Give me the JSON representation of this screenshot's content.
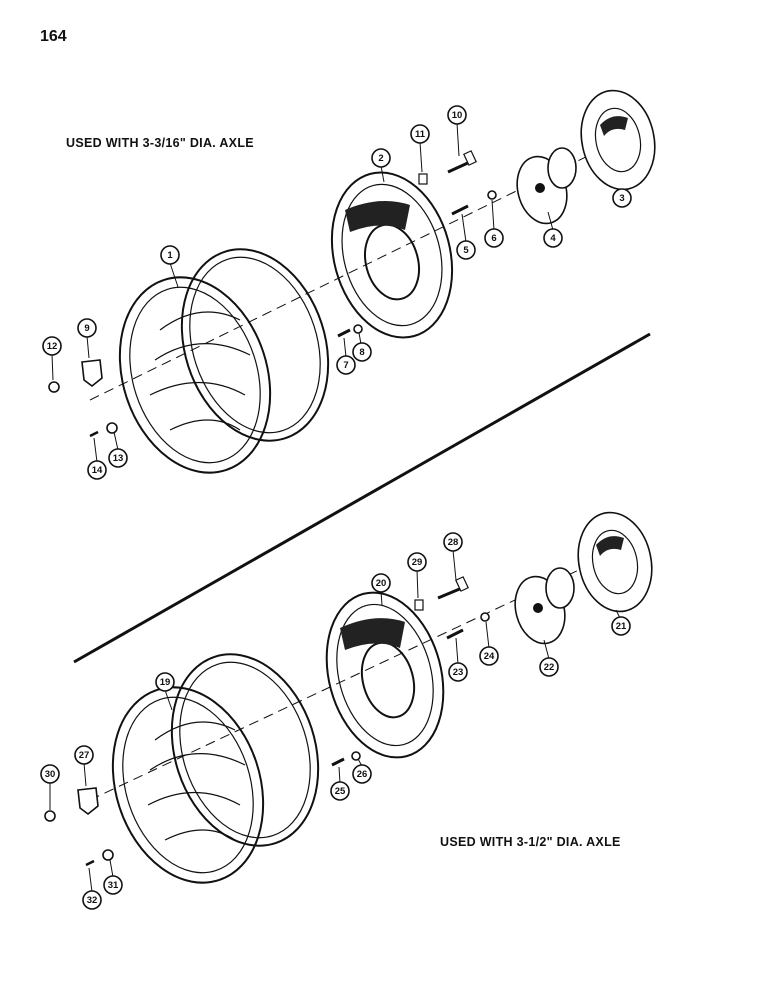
{
  "page_number": "164",
  "captions": {
    "top": "USED WITH 3-3/16\" DIA. AXLE",
    "bottom": "USED WITH 3-1/2\" DIA. AXLE"
  },
  "colors": {
    "ink": "#111111",
    "paper": "#ffffff"
  },
  "callouts": [
    {
      "id": "1",
      "label": "1"
    },
    {
      "id": "2",
      "label": "2"
    },
    {
      "id": "3",
      "label": "3"
    },
    {
      "id": "4",
      "label": "4"
    },
    {
      "id": "5",
      "label": "5"
    },
    {
      "id": "6",
      "label": "6"
    },
    {
      "id": "7",
      "label": "7"
    },
    {
      "id": "8",
      "label": "8"
    },
    {
      "id": "9",
      "label": "9"
    },
    {
      "id": "10",
      "label": "10"
    },
    {
      "id": "11",
      "label": "11"
    },
    {
      "id": "12",
      "label": "12"
    },
    {
      "id": "13",
      "label": "13"
    },
    {
      "id": "14",
      "label": "14"
    },
    {
      "id": "19",
      "label": "19"
    },
    {
      "id": "20",
      "label": "20"
    },
    {
      "id": "21",
      "label": "21"
    },
    {
      "id": "22",
      "label": "22"
    },
    {
      "id": "23",
      "label": "23"
    },
    {
      "id": "24",
      "label": "24"
    },
    {
      "id": "25",
      "label": "25"
    },
    {
      "id": "26",
      "label": "26"
    },
    {
      "id": "27",
      "label": "27"
    },
    {
      "id": "28",
      "label": "28"
    },
    {
      "id": "29",
      "label": "29"
    },
    {
      "id": "30",
      "label": "30"
    },
    {
      "id": "31",
      "label": "31"
    },
    {
      "id": "32",
      "label": "32"
    }
  ]
}
